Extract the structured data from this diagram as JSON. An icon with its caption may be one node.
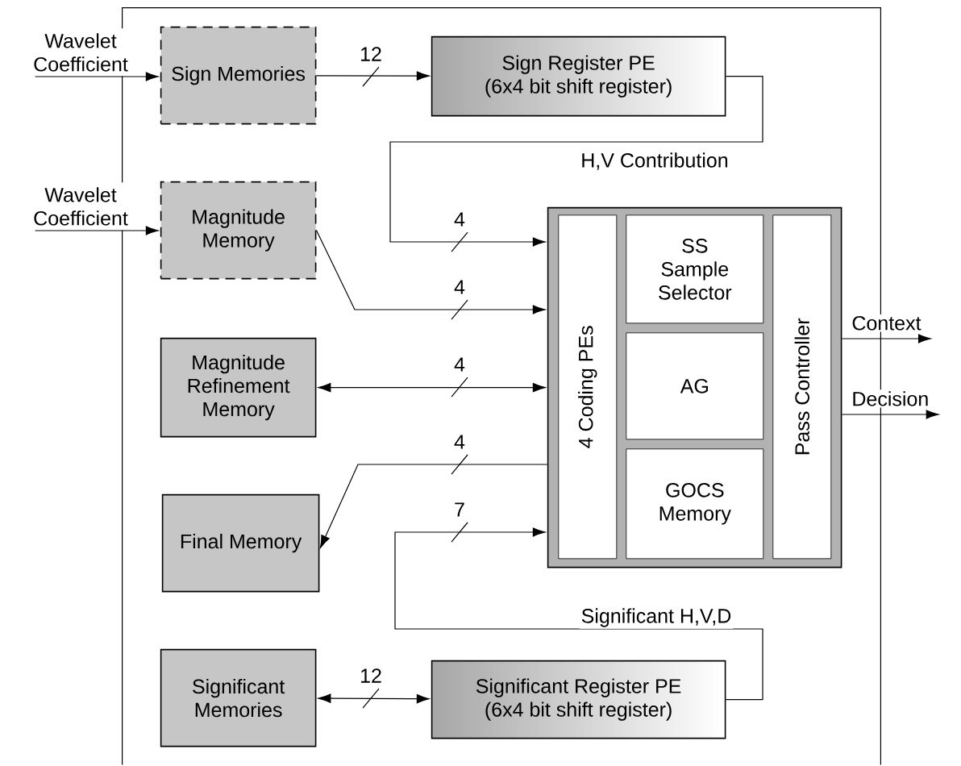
{
  "diagram": {
    "nodes": [
      {
        "text": [],
        "shape": "box"
      },
      {
        "text": [
          "Sign Memories"
        ],
        "in": 0
      },
      {
        "text": [
          "Sign Register PE",
          "(6x4 bit shift register)"
        ],
        "in": 0
      },
      {
        "text": [
          "Magnitude Memory"
        ],
        "in": 0
      },
      {
        "text": [
          "Magnitude Refinement Memory"
        ],
        "in": 0
      },
      {
        "text": [
          "Final Memory"
        ],
        "in": 0
      },
      {
        "text": [
          "Significant Memories"
        ],
        "in": 0
      },
      {
        "text": [
          "Significant Register PE",
          "(6x4 bit shift register)"
        ],
        "in": 0
      },
      {
        "text": [],
        "shape": "box",
        "in": 0
      },
      {
        "text": [
          "4 Coding PEs"
        ],
        "in": 8
      },
      {
        "text": [
          "SS",
          "Sample Selector"
        ],
        "in": 8
      },
      {
        "text": [
          "AG"
        ],
        "in": 8
      },
      {
        "text": [
          "GOCS Memory"
        ],
        "in": 8
      },
      {
        "text": [
          "Pass Controller"
        ],
        "in": 8
      },
      {
        "text": [
          "Wavelet Coefficient"
        ]
      },
      {
        "text": [
          "Wavelet Coefficient"
        ]
      },
      {
        "text": [
          "Context"
        ]
      },
      {
        "text": [
          "Decision"
        ]
      }
    ],
    "edges": [
      {
        "from": 14,
        "to": 1,
        "arrow": "to"
      },
      {
        "from": 15,
        "to": 3,
        "arrow": "to"
      },
      {
        "from": 1,
        "to": 2,
        "arrow": "to"
      },
      {
        "from": 2,
        "to": 8,
        "arrow": "to",
        "label": "H,V Contribution"
      },
      {
        "from": 3,
        "to": 8,
        "arrow": "to"
      },
      {
        "from": 4,
        "to": 8,
        "arrow": "both"
      },
      {
        "from": 8,
        "to": 5,
        "arrow": "to"
      },
      {
        "from": 7,
        "to": 8,
        "arrow": "to",
        "label": "Significant H,V,D"
      },
      {
        "from": 6,
        "to": 7,
        "arrow": "both"
      },
      {
        "from": 8,
        "to": 16,
        "arrow": "to"
      },
      {
        "from": 8,
        "to": 17,
        "arrow": "to"
      }
    ],
    "labels": [
      "12",
      "4",
      "4",
      "4",
      "4",
      "7",
      "12"
    ]
  }
}
